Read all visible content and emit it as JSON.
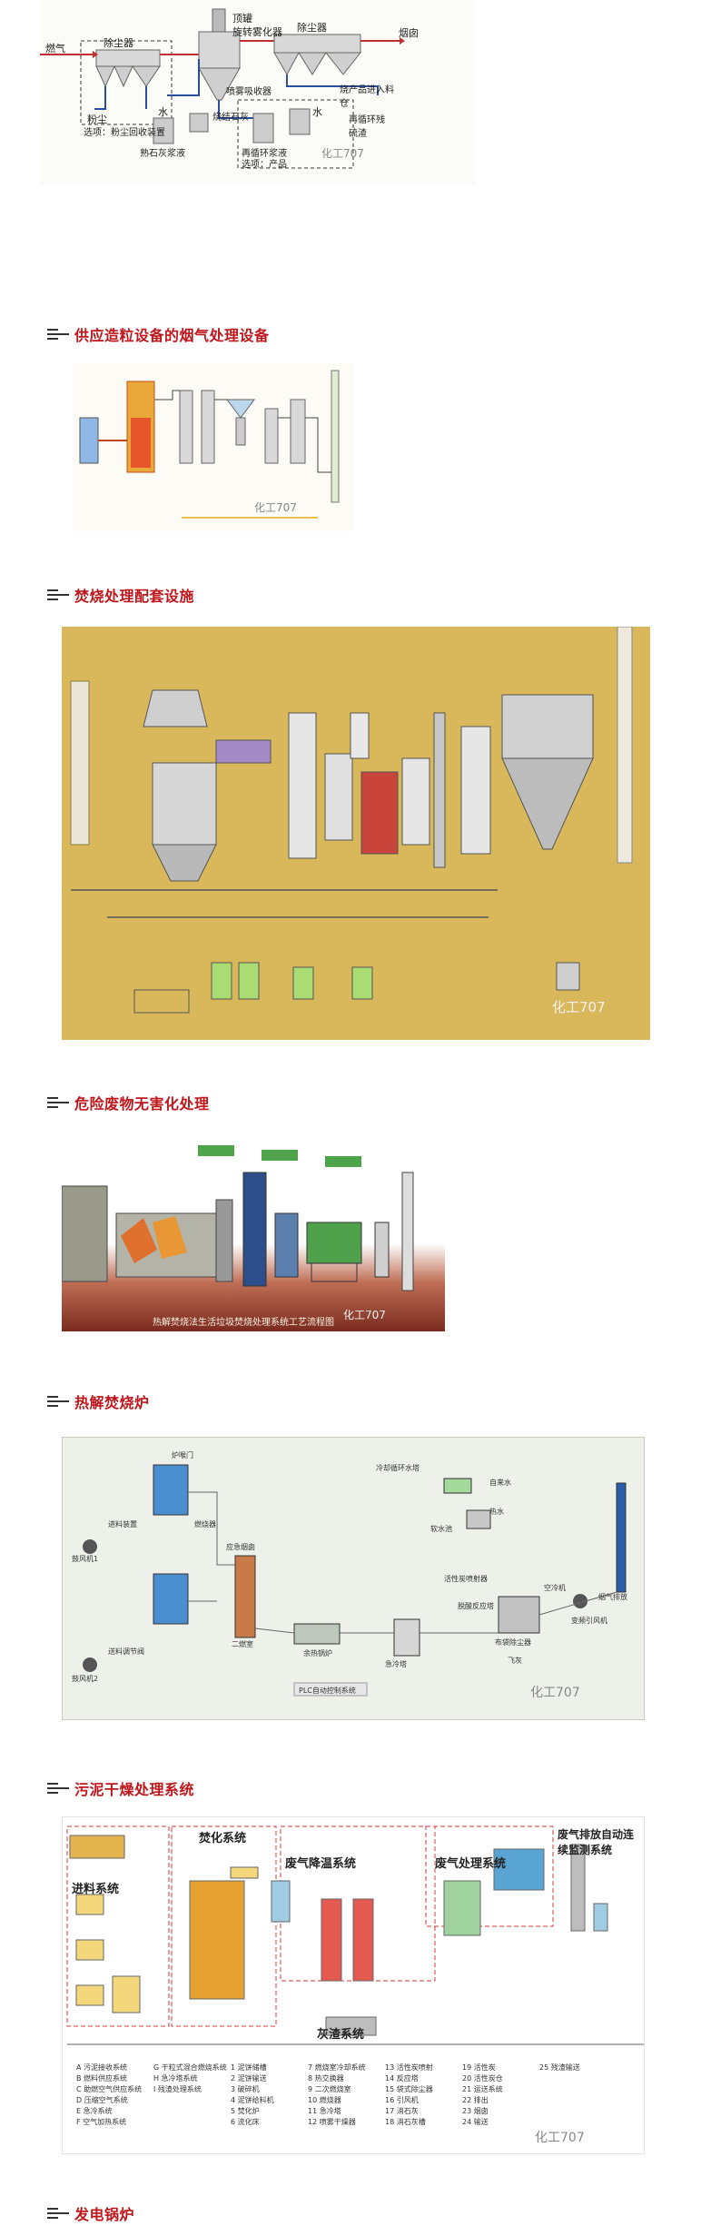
{
  "diagram1": {
    "labels": {
      "flue_gas": "燃气",
      "dust_collector_left": "除尘器",
      "top_tank": "顶罐",
      "rotary_atomizer": "旋转雾化器",
      "dust_collector_right": "除尘器",
      "chimney": "烟囱",
      "dust": "粉尘",
      "option_dust_recovery": "选项：粉尘回收装置",
      "spray_absorber": "喷雾吸收器",
      "water": "水",
      "fired_lime": "烧结石灰",
      "lime_slurry": "熟石灰浆液",
      "product_to_silo": "烧产品进入料仓",
      "water2": "水",
      "recycle_residue": "再循环残硫渣",
      "recycle_slurry": "再循环浆液",
      "option_product": "选项：产品"
    },
    "watermark": "化工707"
  },
  "section2": {
    "heading": "供应造粒设备的烟气处理设备",
    "watermark": "化工707"
  },
  "section3": {
    "heading": "焚烧处理配套设施",
    "watermark": "化工707"
  },
  "section4": {
    "heading": "危险废物无害化处理",
    "caption": "热解焚烧法生活垃圾焚烧处理系统工艺流程图",
    "watermark": "化工707"
  },
  "section5": {
    "heading": "热解焚烧炉",
    "labels": {
      "fan1": "鼓风机1",
      "fan2": "鼓风机2",
      "feed_valve": "进料装置",
      "adjust_valve": "送料调节阀",
      "throat": "炉喉门",
      "burner": "燃烧器",
      "emergency_chimney": "应急烟囱",
      "cooling_tower": "冷却循环水塔",
      "softened_water": "软水池",
      "tap_water": "自来水",
      "heat_water": "热水",
      "air_cooler": "空冷机",
      "boiler": "余热锅炉",
      "quench": "急冷塔",
      "bag_filter": "布袋除尘器",
      "induced_fan": "变频引风机",
      "scrubber": "脱酸反应塔",
      "activated_carbon": "活性炭喷射器",
      "ash": "飞灰",
      "chimney": "烟气排放",
      "control": "PLC自动控制系统",
      "secondary": "二燃室"
    },
    "watermark": "化工707"
  },
  "section6": {
    "heading": "污泥干燥处理系统",
    "regions": {
      "feed": "进料系统",
      "gasify": "焚化系统",
      "cool": "废气降温系统",
      "treat": "废气处理系统",
      "monitor": "废气排放自动连续监测系统",
      "ash": "灰渣系统"
    },
    "legend": [
      [
        "A 污泥接收系统",
        "G 干粒式混合燃烧系统",
        "1 泥饼储槽",
        "7 燃烧室冷却系统",
        "13 活性炭喷射",
        "19 活性炭",
        "25 残渣输送"
      ],
      [
        "B 燃料供应系统",
        "H 急冷塔系统",
        "2 泥饼输送",
        "8 热交换器",
        "14 反应塔",
        "20 活性炭仓",
        ""
      ],
      [
        "C 助燃空气供应系统",
        "I 残渣处理系统",
        "3 破碎机",
        "9 二次燃烧室",
        "15 袋式除尘器",
        "21 运送系统",
        ""
      ],
      [
        "D 压缩空气系统",
        "",
        "4 泥饼给料机",
        "10 燃烧器",
        "16 引风机",
        "22 排出",
        ""
      ],
      [
        "E 急冷系统",
        "",
        "5 焚化炉",
        "11 急冷塔",
        "17 消石灰",
        "23 烟囱",
        ""
      ],
      [
        "F 空气加热系统",
        "",
        "6 流化床",
        "12 喷雾干燥器",
        "18 消石灰槽",
        "24 输送",
        ""
      ]
    ],
    "watermark": "化工707"
  },
  "section7": {
    "heading": "发电锅炉"
  }
}
